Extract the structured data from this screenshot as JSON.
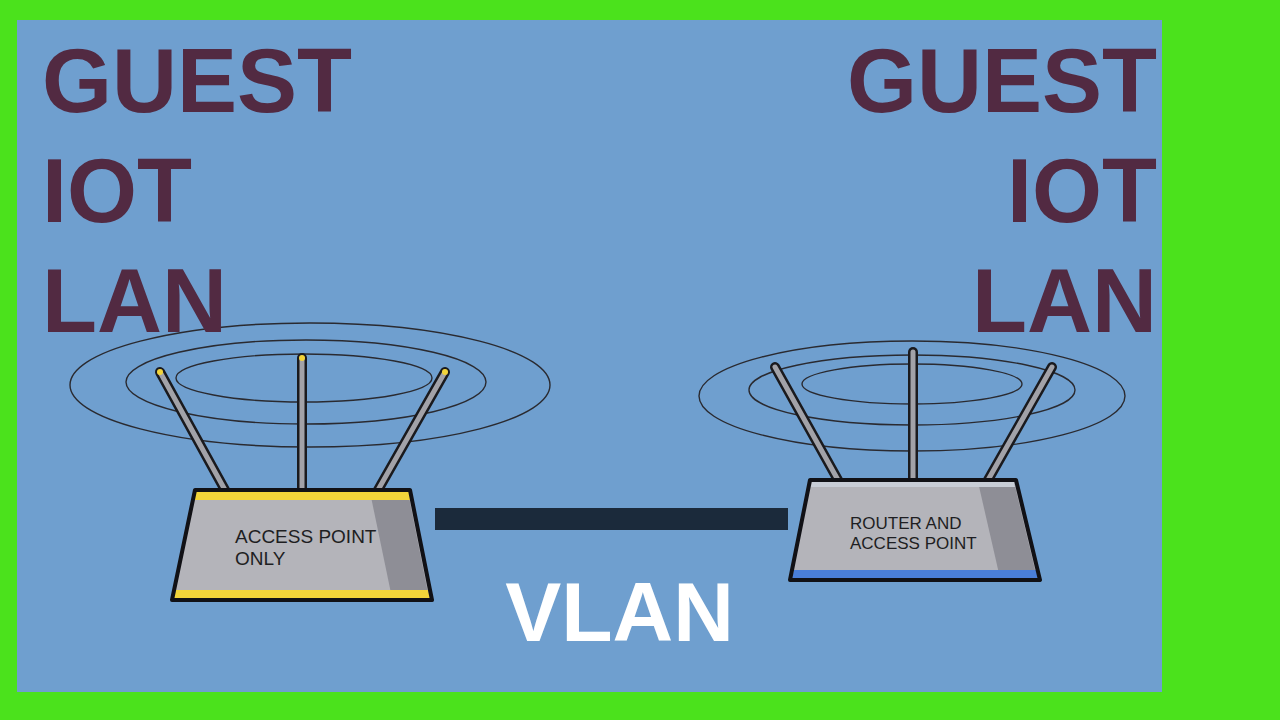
{
  "diagram": {
    "nodes": [
      {
        "text": [
          "ACCESS POINT ONLY"
        ]
      },
      {
        "text": [
          "ROUTER AND ACCESS POINT"
        ]
      }
    ],
    "edges": [
      {
        "from": 0,
        "to": 1,
        "arrow": "none",
        "label": "VLAN"
      }
    ],
    "labels": [
      "GUEST",
      "IOT",
      "LAN",
      "GUEST",
      "IOT",
      "LAN"
    ]
  }
}
